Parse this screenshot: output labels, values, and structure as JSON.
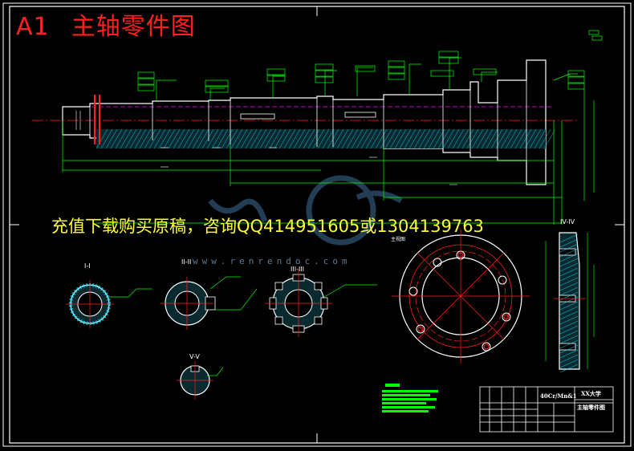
{
  "title": {
    "sheet_size": "A1",
    "name": "主轴零件图",
    "color": "#ff2020"
  },
  "watermark": {
    "text": "充值下载购买原稿，咨询QQ414951605或1304139763",
    "site": "www.renrendoc.com",
    "color": "#ffff33"
  },
  "sections": [
    "I-I",
    "II-II",
    "III-III",
    "IV-IV",
    "V-V"
  ],
  "flange_label": "主视图",
  "title_block": {
    "material": "40Cr/Mn&1",
    "school": "XX大学",
    "drawing_name": "主轴零件图"
  },
  "colors": {
    "background": "#000000",
    "outline": "#ffffff",
    "dimension": "#00ff00",
    "hatch": "#00e5ff",
    "centerline": "#ff2020",
    "hidden": "#ff00ff"
  }
}
